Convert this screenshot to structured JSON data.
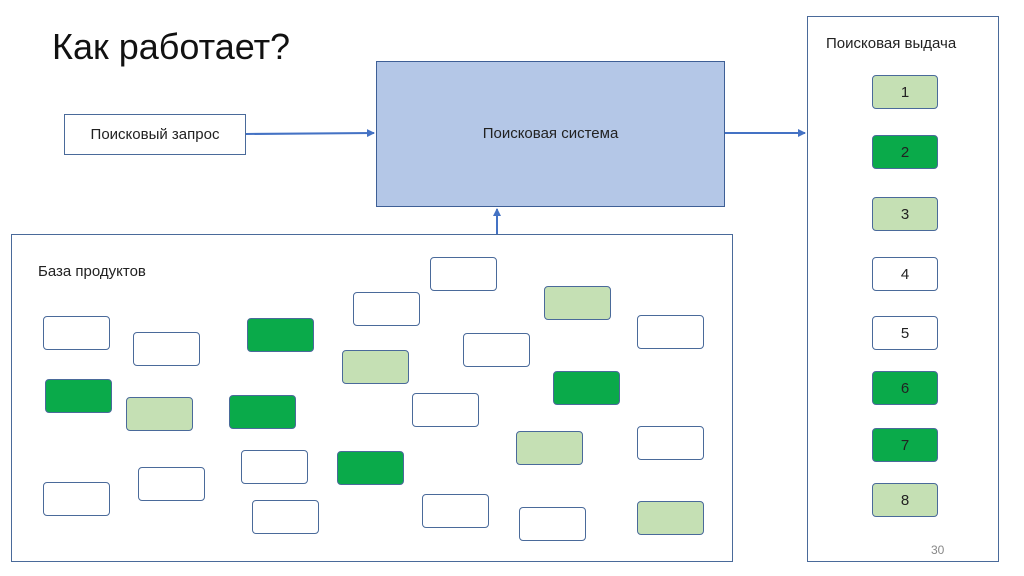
{
  "slide": {
    "title": "Как работает?",
    "page_number": "30"
  },
  "nodes": {
    "query": "Поисковый запрос",
    "engine": "Поисковая система",
    "database": "База продуктов",
    "results": "Поисковая выдача"
  },
  "colors": {
    "dark_green": "#0aaa4a",
    "light_green": "#c5e0b4",
    "white": "#ffffff",
    "engine_fill": "#b4c7e7",
    "border": "#4a6a9a",
    "arrow": "#4472c4"
  },
  "results_list": [
    {
      "rank": "1",
      "color": "light_green"
    },
    {
      "rank": "2",
      "color": "dark_green"
    },
    {
      "rank": "3",
      "color": "light_green"
    },
    {
      "rank": "4",
      "color": "white"
    },
    {
      "rank": "5",
      "color": "white"
    },
    {
      "rank": "6",
      "color": "dark_green"
    },
    {
      "rank": "7",
      "color": "dark_green"
    },
    {
      "rank": "8",
      "color": "light_green"
    }
  ],
  "product_cards": [
    {
      "color": "white"
    },
    {
      "color": "white"
    },
    {
      "color": "dark_green"
    },
    {
      "color": "white"
    },
    {
      "color": "white"
    },
    {
      "color": "light_green"
    },
    {
      "color": "white"
    },
    {
      "color": "white"
    },
    {
      "color": "light_green"
    },
    {
      "color": "dark_green"
    },
    {
      "color": "light_green"
    },
    {
      "color": "dark_green"
    },
    {
      "color": "white"
    },
    {
      "color": "dark_green"
    },
    {
      "color": "white"
    },
    {
      "color": "white"
    },
    {
      "color": "light_green"
    },
    {
      "color": "white"
    },
    {
      "color": "dark_green"
    },
    {
      "color": "white"
    },
    {
      "color": "white"
    },
    {
      "color": "white"
    },
    {
      "color": "white"
    },
    {
      "color": "light_green"
    }
  ]
}
